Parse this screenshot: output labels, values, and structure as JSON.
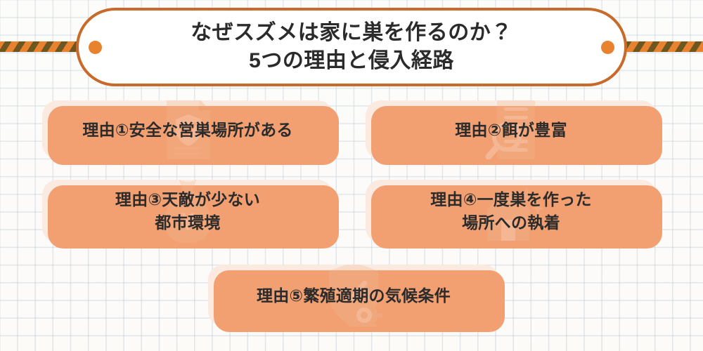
{
  "banner": {
    "title_line1": "なぜスズメは家に巣を作るのか？",
    "title_line2": "5つの理由と侵入経路",
    "border_color": "#c86a2a",
    "dot_color": "#e8822e",
    "background": "#ffffff"
  },
  "ribbon": {
    "stripe_color_a": "#e8822e",
    "stripe_color_b": "#6e5620"
  },
  "background": {
    "page_color": "#fbfaf8",
    "grid_line_color": "#96acbe"
  },
  "cards": [
    {
      "id": "1",
      "text": "理由①安全な営巣場所がある",
      "watermark_icon": "document-shield-check-icon",
      "fill": "#fbeae0",
      "shadow": "#f2a072"
    },
    {
      "id": "2",
      "text": "理由②餌が豊富",
      "watermark_icon": "document-magnifier-icon",
      "fill": "#fbeae0",
      "shadow": "#f2a072"
    },
    {
      "id": "3",
      "text": "理由③天敵が少ない\n都市環境",
      "watermark_icon": "money-bag-icon",
      "fill": "#fbeae0",
      "shadow": "#f2a072"
    },
    {
      "id": "4",
      "text": "理由④一度巣を作った\n場所への執着",
      "watermark_icon": "house-sparkle-icon",
      "fill": "#fbeae0",
      "shadow": "#f2a072"
    },
    {
      "id": "5",
      "text": "理由⑤繁殖適期の気候条件",
      "watermark_icon": "shield-gear-icon",
      "fill": "#fbeae0",
      "shadow": "#f2a072"
    }
  ]
}
